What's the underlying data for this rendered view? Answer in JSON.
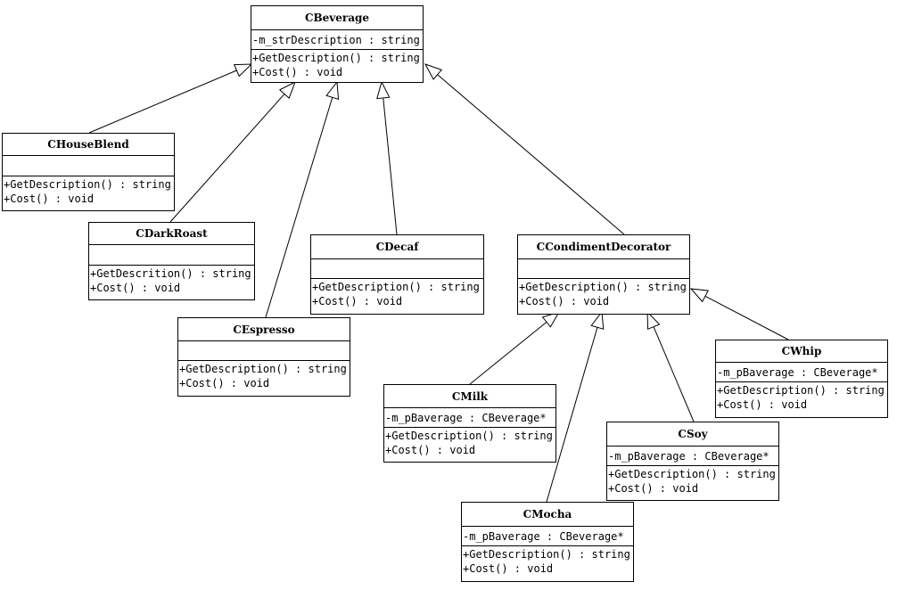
{
  "classes": [
    {
      "key": "beverage",
      "name": "CBeverage",
      "attributes": [
        "-m_strDescription : string"
      ],
      "operations": [
        "+GetDescription() : string",
        "+Cost() : void"
      ]
    },
    {
      "key": "houseblend",
      "name": "CHouseBlend",
      "attributes": [],
      "operations": [
        "+GetDescription() : string",
        "+Cost() : void"
      ]
    },
    {
      "key": "darkroast",
      "name": "CDarkRoast",
      "attributes": [],
      "operations": [
        "+GetDescrition() : string",
        "+Cost() : void"
      ]
    },
    {
      "key": "espresso",
      "name": "CEspresso",
      "attributes": [],
      "operations": [
        "+GetDescription() : string",
        "+Cost() : void"
      ]
    },
    {
      "key": "decaf",
      "name": "CDecaf",
      "attributes": [],
      "operations": [
        "+GetDescription() : string",
        "+Cost() : void"
      ]
    },
    {
      "key": "condiment",
      "name": "CCondimentDecorator",
      "attributes": [],
      "operations": [
        "+GetDescription() : string",
        "+Cost() : void"
      ]
    },
    {
      "key": "milk",
      "name": "CMilk",
      "attributes": [
        "-m_pBaverage : CBeverage*"
      ],
      "operations": [
        "+GetDescription() : string",
        "+Cost() : void"
      ]
    },
    {
      "key": "mocha",
      "name": "CMocha",
      "attributes": [
        "-m_pBaverage : CBeverage*"
      ],
      "operations": [
        "+GetDescription() : string",
        "+Cost() : void"
      ]
    },
    {
      "key": "soy",
      "name": "CSoy",
      "attributes": [
        "-m_pBaverage : CBeverage*"
      ],
      "operations": [
        "+GetDescription() : string",
        "+Cost() : void"
      ]
    },
    {
      "key": "whip",
      "name": "CWhip",
      "attributes": [
        "-m_pBaverage : CBeverage*"
      ],
      "operations": [
        "+GetDescription() : string",
        "+Cost() : void"
      ]
    }
  ],
  "generalizations": [
    {
      "from": "houseblend",
      "to": "beverage"
    },
    {
      "from": "darkroast",
      "to": "beverage"
    },
    {
      "from": "espresso",
      "to": "beverage"
    },
    {
      "from": "decaf",
      "to": "beverage"
    },
    {
      "from": "condiment",
      "to": "beverage"
    },
    {
      "from": "milk",
      "to": "condiment"
    },
    {
      "from": "mocha",
      "to": "condiment"
    },
    {
      "from": "soy",
      "to": "condiment"
    },
    {
      "from": "whip",
      "to": "condiment"
    }
  ]
}
